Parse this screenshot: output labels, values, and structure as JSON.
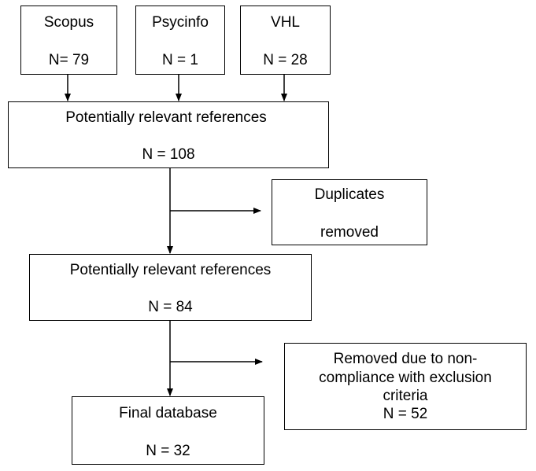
{
  "sources": [
    {
      "name": "Scopus",
      "count": "N= 79"
    },
    {
      "name": "Psycinfo",
      "count": "N = 1"
    },
    {
      "name": "VHL",
      "count": "N = 28"
    }
  ],
  "step1": {
    "label": "Potentially relevant references",
    "count": "N = 108"
  },
  "duplicates": {
    "line1": "Duplicates",
    "line2": "removed"
  },
  "step2": {
    "label": "Potentially relevant references",
    "count": "N = 84"
  },
  "exclusion": {
    "line1": "Removed due to non-",
    "line2": "compliance with exclusion",
    "line3": "criteria",
    "count": "N = 52"
  },
  "final": {
    "label": "Final database",
    "count": "N = 32"
  }
}
